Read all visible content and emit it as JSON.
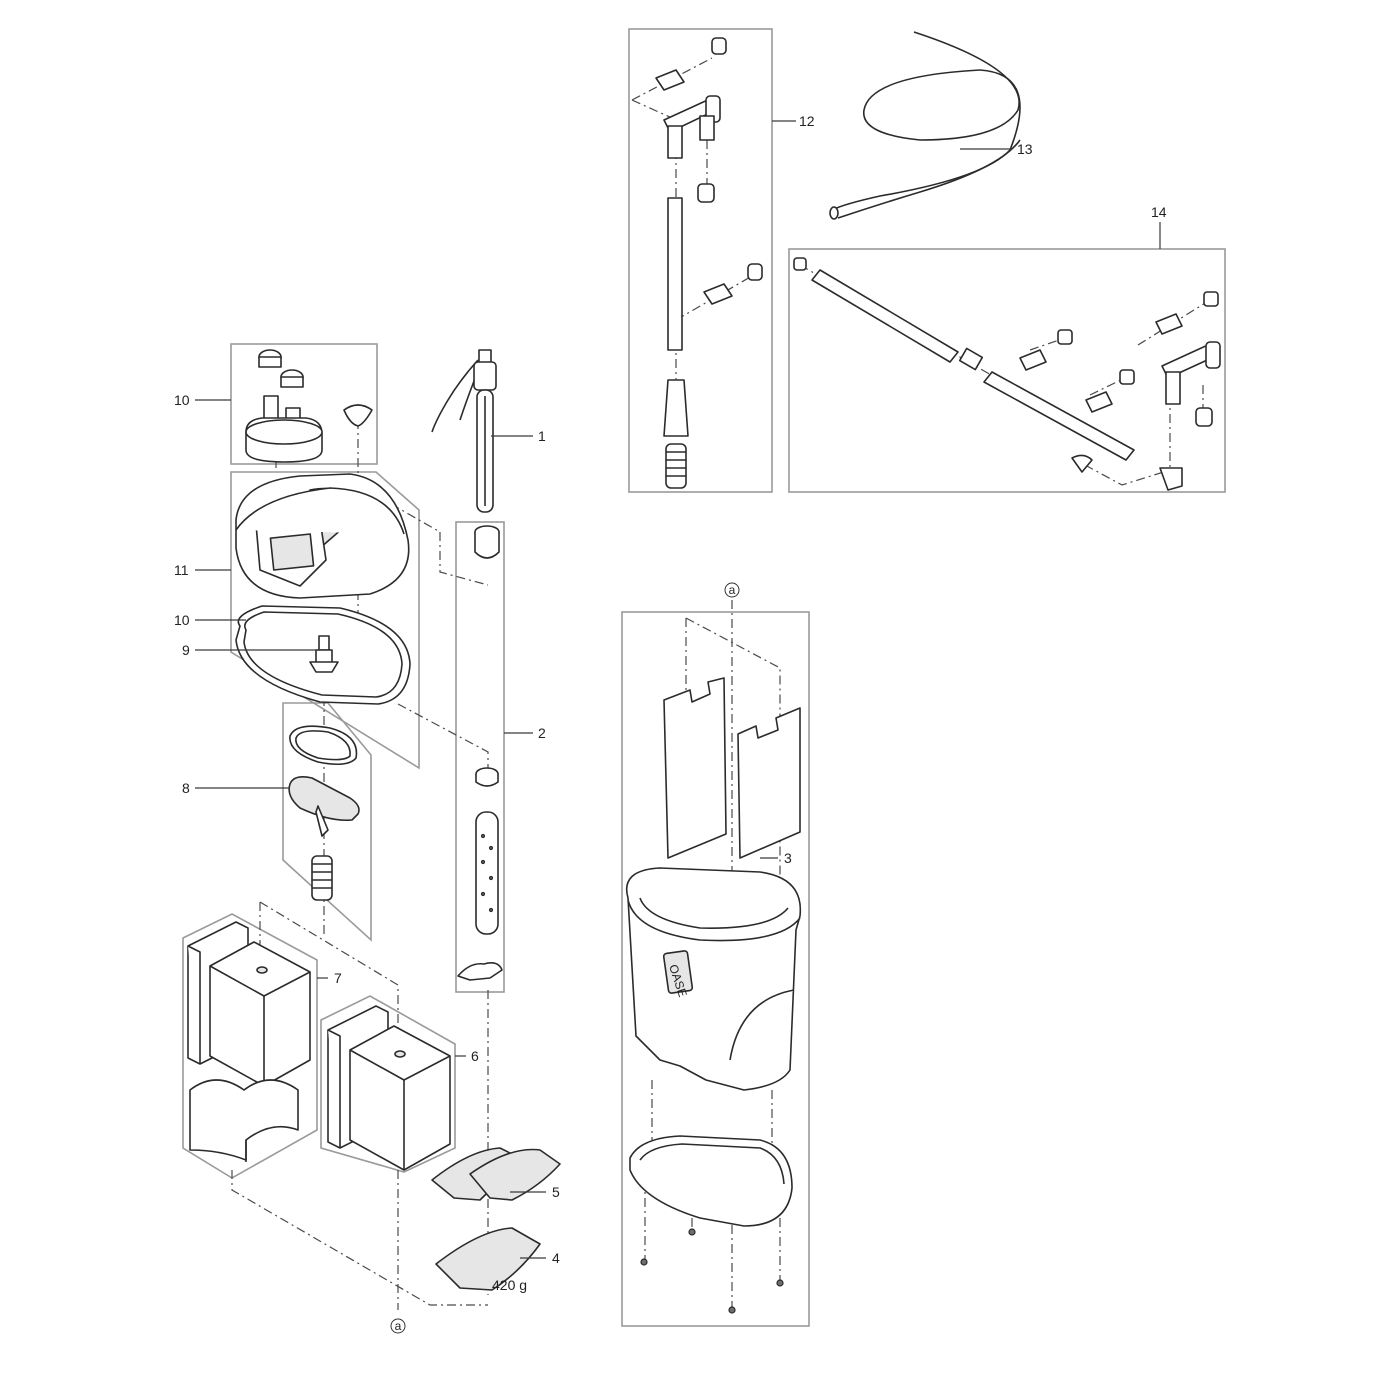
{
  "callouts": {
    "p1": "1",
    "p2": "2",
    "p3": "3",
    "p4": "4",
    "p5": "5",
    "p6": "6",
    "p7": "7",
    "p8": "8",
    "p9": "9",
    "p10a": "10",
    "p10b": "10",
    "p11": "11",
    "p12": "12",
    "p13": "13",
    "p14": "14"
  },
  "weight_label": "420 g",
  "connector_label": "a",
  "brand_mark": "OASE"
}
